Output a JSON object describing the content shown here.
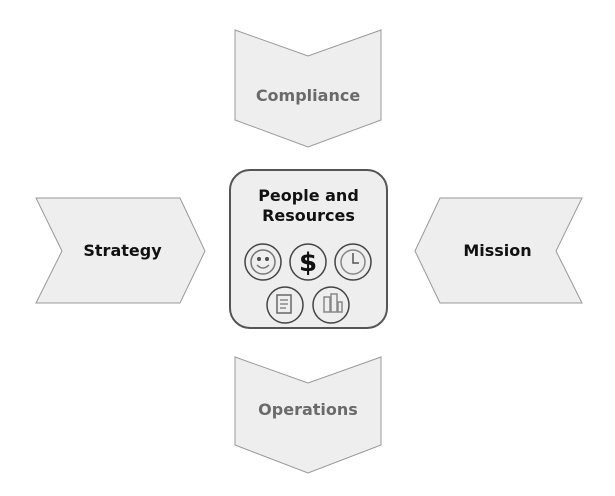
{
  "diagram": {
    "top": {
      "label": "Compliance"
    },
    "bottom": {
      "label": "Operations"
    },
    "left": {
      "label": "Strategy"
    },
    "right": {
      "label": "Mission"
    },
    "center": {
      "title_line1": "People and",
      "title_line2": "Resources",
      "icons": [
        "smiley-icon",
        "dollar-icon",
        "clock-icon",
        "clipboard-icon",
        "buildings-icon"
      ]
    }
  },
  "colors": {
    "fill": "#eeeeee",
    "stroke": "#8a8a8a",
    "center_stroke": "#555555"
  }
}
